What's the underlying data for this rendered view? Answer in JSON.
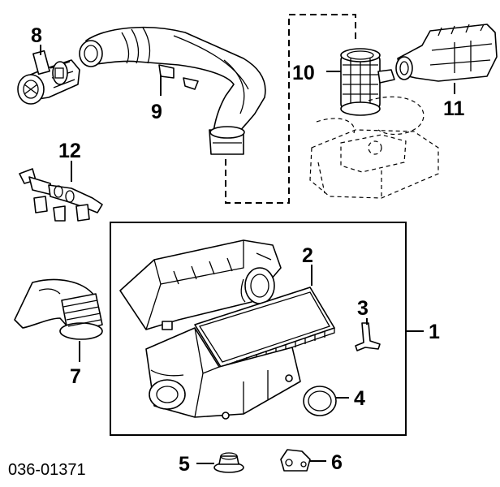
{
  "callouts": {
    "c1": "1",
    "c2": "2",
    "c3": "3",
    "c4": "4",
    "c5": "5",
    "c6": "6",
    "c7": "7",
    "c8": "8",
    "c9": "9",
    "c10": "10",
    "c11": "11",
    "c12": "12"
  },
  "catalog_number": "036-01371"
}
